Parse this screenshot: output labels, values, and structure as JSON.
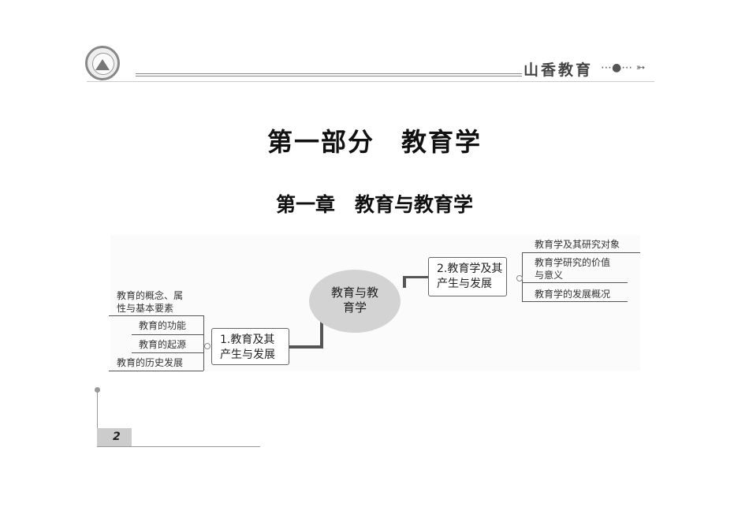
{
  "header": {
    "logo_text": "山香教育",
    "brand": "山香教育",
    "ornament": "⋯●⋯ ➳"
  },
  "title": "第一部分　教育学",
  "subtitle": "第一章　教育与教育学",
  "mindmap": {
    "center": [
      "教育与教",
      "育学"
    ],
    "node1": {
      "label": [
        "1.教育及其",
        "产生与发展"
      ],
      "leaves": [
        "教育的概念、属",
        "性与基本要素",
        "教育的功能",
        "教育的起源",
        "教育的历史发展"
      ]
    },
    "node2": {
      "label": [
        "2.教育学及其",
        "产生与发展"
      ],
      "leaves": [
        "教育学及其研究对象",
        "教育学研究的价值",
        "与意义",
        "教育学的发展概况"
      ]
    }
  },
  "footer": {
    "page": "2"
  }
}
